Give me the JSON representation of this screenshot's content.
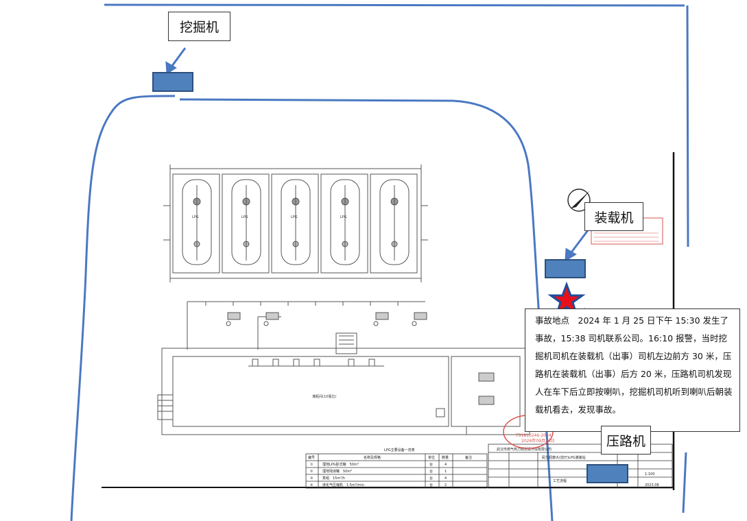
{
  "colors": {
    "site_line": "#4a78c2",
    "marker_fill": "#4f81bd",
    "marker_border": "#2c4f7c",
    "star_blue": "#1f4e9a",
    "star_red": "#e8101a",
    "stamp_red": "#d9534f",
    "drawing_line": "#555555"
  },
  "labels": {
    "excavator": "挖掘机",
    "loader": "装载机",
    "roller": "压路机"
  },
  "accident_note": "事故地点　2024 年 1 月 25 日下午 15:30 发生了事故，15:38 司机联系公司。16:10 报警，当时挖掘机司机在装载机（出事）司机左边前方 30 米，压路机在装载机（出事）后方 20 米，压路机司机发现人在车下后立即按喇叭，挖掘机司机听到喇叭后朝装载机看去，发现事故。",
  "drawing": {
    "table_title": "LPG主要设备一览表",
    "table_headers": [
      "编号",
      "名称及规格",
      "单位",
      "数量",
      "备注"
    ],
    "table_rows": [
      [
        "①",
        "埋地LPG卧式罐　50m³",
        "台",
        "4",
        ""
      ],
      [
        "②",
        "埋地残液罐　50m³",
        "台",
        "1",
        ""
      ],
      [
        "③",
        "泵组　15m³/h",
        "台",
        "4",
        ""
      ],
      [
        "④",
        "液化气压缩机　1.5m³/min",
        "台",
        "2",
        ""
      ]
    ],
    "title_company": "武汉市燃气热力规划设计院有限公司",
    "title_project": "民生经康大(前厅)LPG灌装站",
    "title_sheet": "工艺流程",
    "scale": "1:100",
    "date": "2023.08",
    "stamp_text": "TS1810246-2024",
    "stamp_date": "2026年09月24日",
    "building_note": "灌瓶间(10瓶位)",
    "tank_label": "LPG"
  }
}
